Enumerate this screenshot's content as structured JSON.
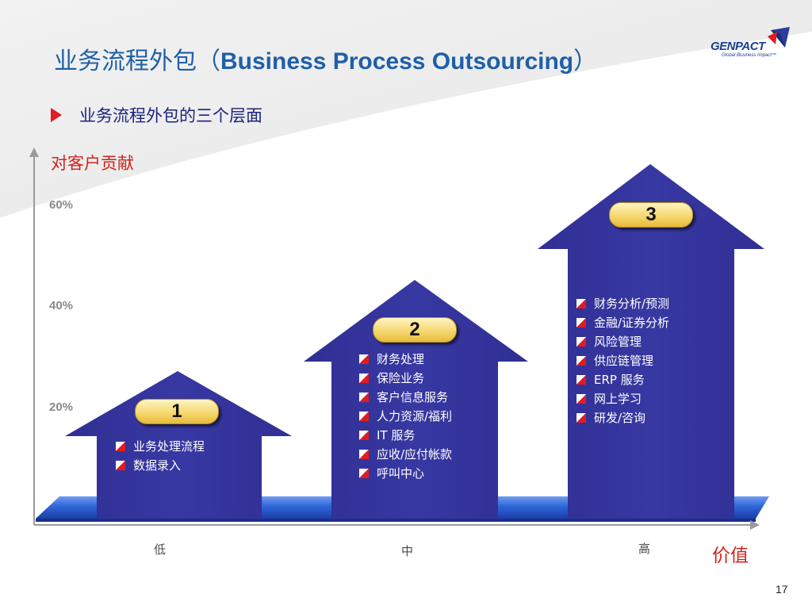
{
  "title": {
    "cn": "业务流程外包（",
    "en": "Business Process Outsourcing",
    "close": "）"
  },
  "logo": {
    "name": "GENPACT",
    "tagline": "Global Business Impact™"
  },
  "subtitle": "业务流程外包的三个层面",
  "diagram": {
    "y_axis_label": "对客户贡献",
    "x_axis_label": "价值",
    "y_ticks": [
      "20%",
      "40%",
      "60%"
    ],
    "x_ticks": [
      "低",
      "中",
      "高"
    ],
    "levels": [
      {
        "number": "1",
        "items": [
          "业务处理流程",
          "数据录入"
        ]
      },
      {
        "number": "2",
        "items": [
          "财务处理",
          "保险业务",
          "客户信息服务",
          "人力资源/福利",
          "IT 服务",
          "应收/应付帐款",
          "呼叫中心"
        ]
      },
      {
        "number": "3",
        "items": [
          "财务分析/预测",
          "金融/证券分析",
          "风险管理",
          "供应链管理",
          "ERP 服务",
          "网上学习",
          "研发/咨询"
        ]
      }
    ]
  },
  "colors": {
    "arrow": "#33339a",
    "title": "#1f5fa8",
    "accent_red": "#d0241c",
    "base_blue": "#2e66d8"
  },
  "page_number": "17"
}
